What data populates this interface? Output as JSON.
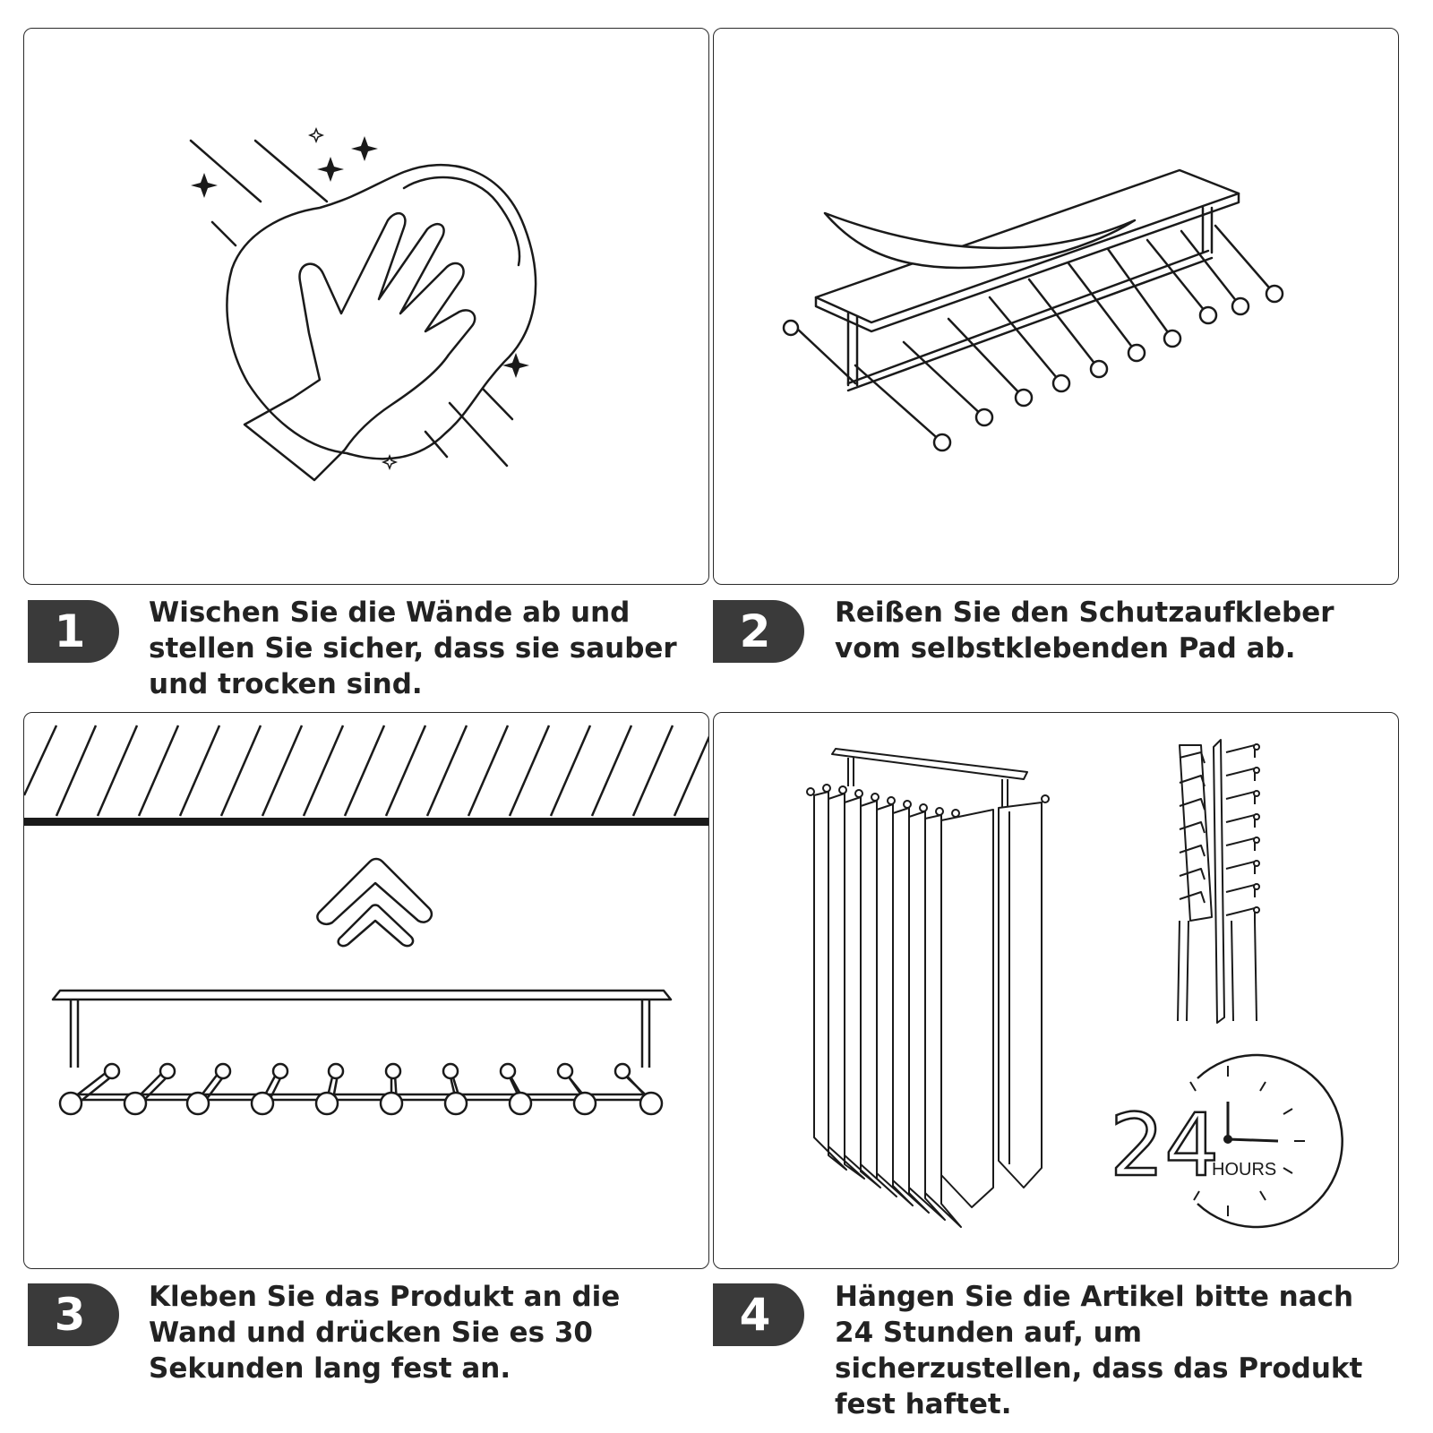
{
  "steps": [
    {
      "number": "1",
      "text": "Wischen Sie die Wände ab und stellen Sie sicher, dass sie sauber und trocken sind."
    },
    {
      "number": "2",
      "text": "Reißen Sie den Schutzaufkleber vom selbstklebenden Pad ab."
    },
    {
      "number": "3",
      "text": "Kleben Sie das Produkt an die Wand und drücken Sie es 30 Sekunden lang fest an."
    },
    {
      "number": "4",
      "text": "Hängen Sie die Artikel bitte nach 24 Stunden auf, um sicherzustellen, dass das Produkt fest haftet."
    }
  ],
  "clock": {
    "big_number": "24",
    "unit": "HOURS"
  },
  "colors": {
    "badge": "#3a3a3a",
    "line": "#1a1a1a",
    "background": "#ffffff"
  }
}
